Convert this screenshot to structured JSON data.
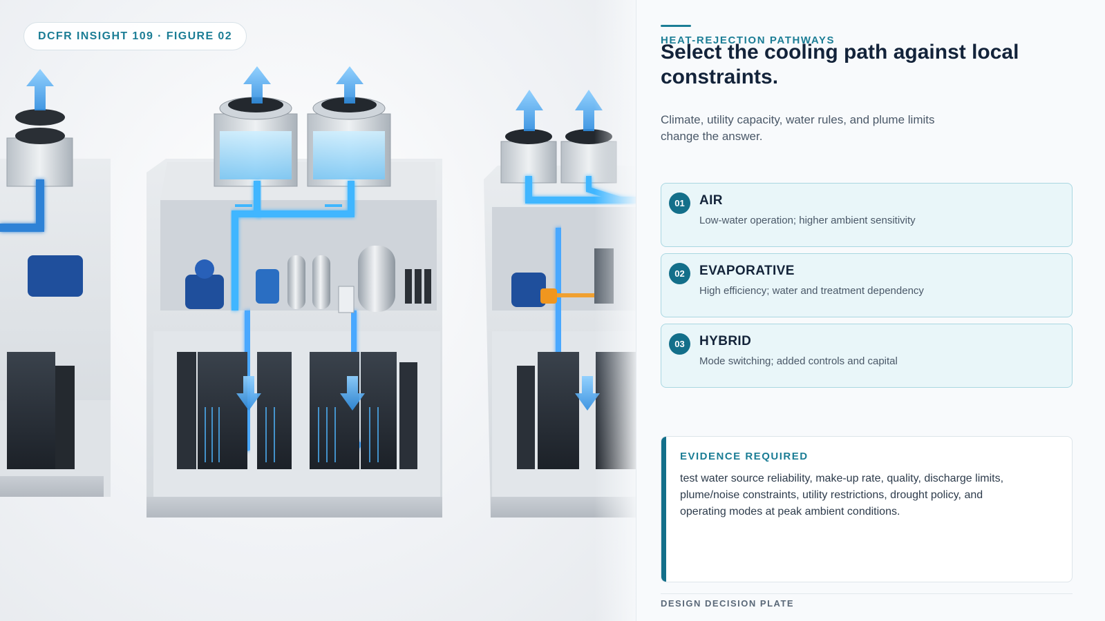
{
  "figure": {
    "label": "DCFR INSIGHT 109 · FIGURE 02"
  },
  "header": {
    "eyebrow": "HEAT-REJECTION PATHWAYS",
    "title": "Select the cooling path against local constraints.",
    "subtitle": "Climate, utility capacity, water rules, and plume limits change the answer."
  },
  "options": [
    {
      "num": "01",
      "title": "AIR",
      "desc": "Low-water operation; higher ambient sensitivity"
    },
    {
      "num": "02",
      "title": "EVAPORATIVE",
      "desc": "High efficiency; water and treatment dependency"
    },
    {
      "num": "03",
      "title": "HYBRID",
      "desc": "Mode switching; added controls and capital"
    }
  ],
  "evidence": {
    "label": "EVIDENCE REQUIRED",
    "text": "test water source reliability, make-up rate, quality, discharge limits, plume/noise constraints, utility restrictions, drought policy, and operating modes at peak ambient conditions."
  },
  "footer": {
    "label": "DESIGN DECISION PLATE"
  },
  "colors": {
    "accent": "#1b7d95",
    "accent_dark": "#136f8a",
    "card_bg": "#e9f6f9",
    "card_border": "#a9d7e1",
    "flow": "#3ea6ff"
  },
  "icons": [
    "fan-icon",
    "airflow-arrow-icon",
    "pump-icon",
    "tank-icon",
    "server-rack-icon"
  ]
}
